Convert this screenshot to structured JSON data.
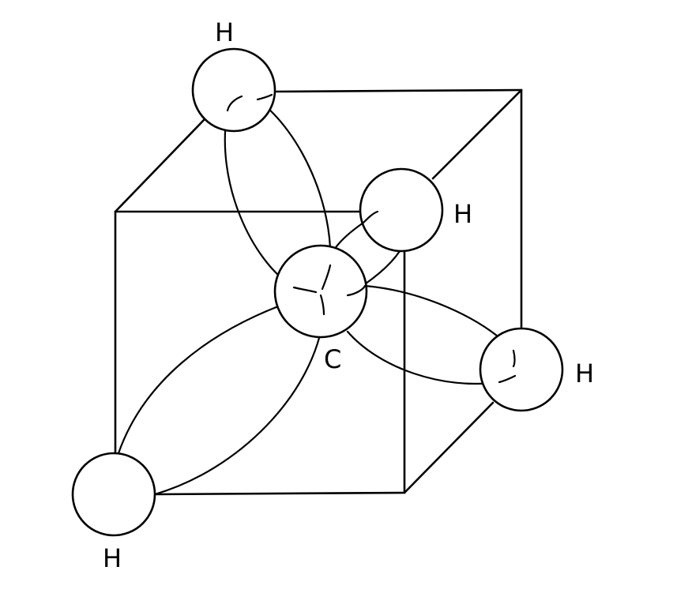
{
  "diagram": {
    "colors": {
      "stroke": "#000000",
      "background": "#ffffff",
      "atom_fill": "#ffffff"
    },
    "atoms": [
      {
        "id": "c-center",
        "label": "C"
      },
      {
        "id": "h-top",
        "label": "H"
      },
      {
        "id": "h-right-upper",
        "label": "H"
      },
      {
        "id": "h-right-lower",
        "label": "H"
      },
      {
        "id": "h-bottom-left",
        "label": "H"
      }
    ]
  }
}
